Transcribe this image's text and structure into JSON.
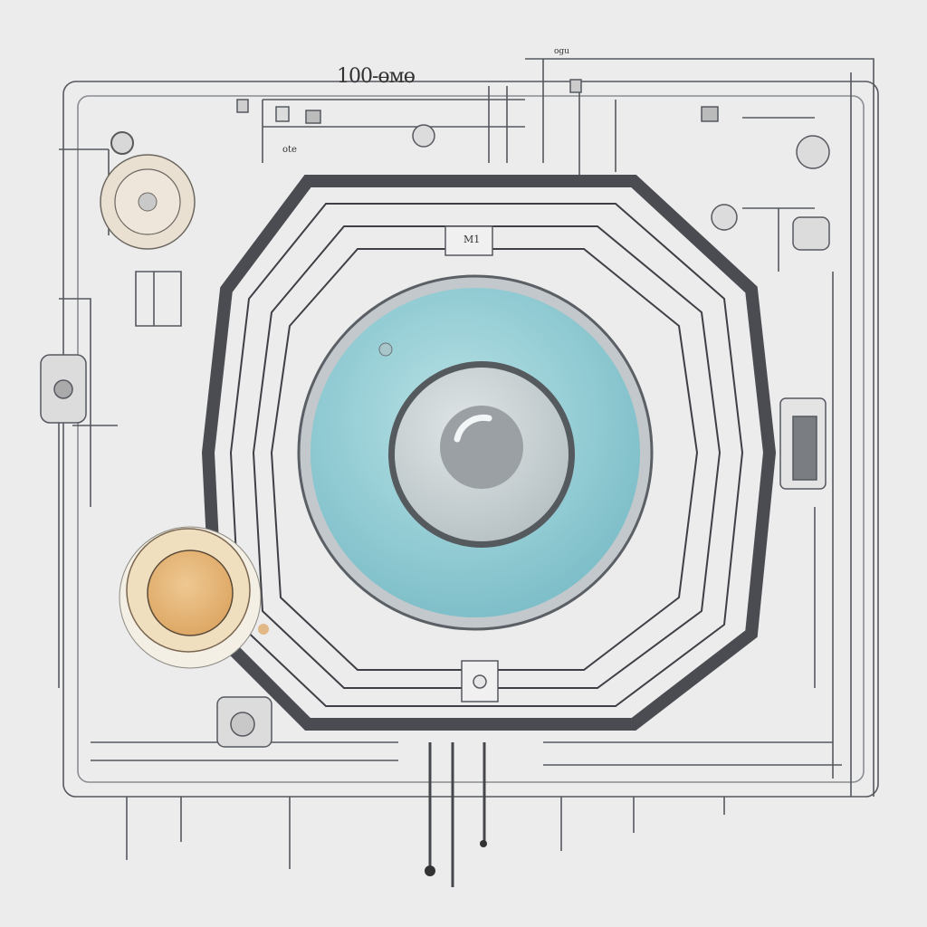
{
  "illustration": {
    "subject": "circuit board with central lens",
    "labels": {
      "top_label": "100-өмө",
      "small_label": "ote",
      "chip_label": "M1",
      "top_right_label": "ogu"
    },
    "colors": {
      "background": "#ececec",
      "line": "#4a4c52",
      "lens_outer": "#9fd3da",
      "lens_inner": "#c9d3d5",
      "pupil": "#9aa0a4",
      "gold_disc": "#e6b877",
      "beige_disc": "#e8dccd"
    }
  }
}
